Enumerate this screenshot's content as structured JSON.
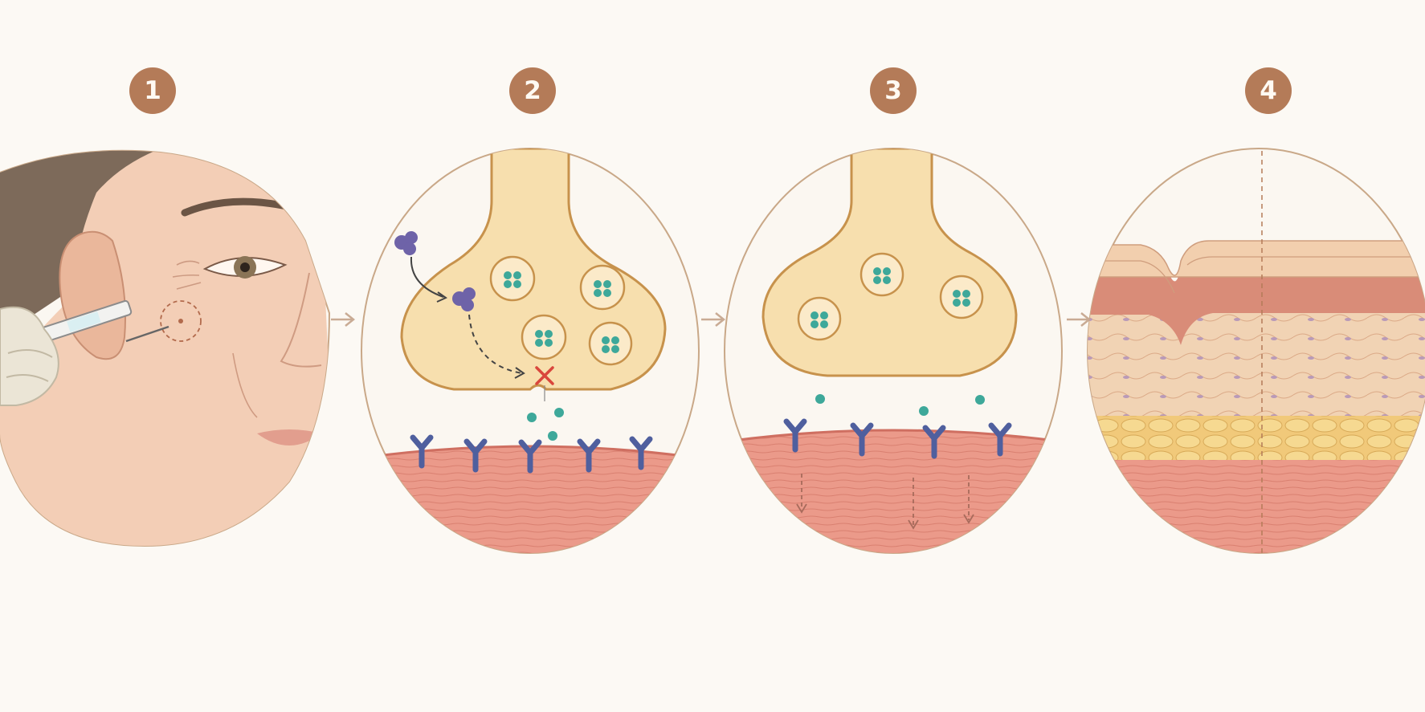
{
  "steps": [
    {
      "number": "1",
      "icon": "injection-icon"
    },
    {
      "number": "2",
      "icon": "blocked-release-icon"
    },
    {
      "number": "3",
      "icon": "muscle-relaxation-icon"
    },
    {
      "number": "4",
      "icon": "smoothed-skin-icon"
    }
  ],
  "colors": {
    "background": "#fcf9f4",
    "badge": "#b47b58",
    "nerve_terminal": "#f7dfae",
    "vesicle": "#3ea89a",
    "receptor": "#4f5f9e",
    "muscle": "#eb9a8a",
    "toxin": "#6e63a8",
    "block_mark": "#d9463c"
  }
}
